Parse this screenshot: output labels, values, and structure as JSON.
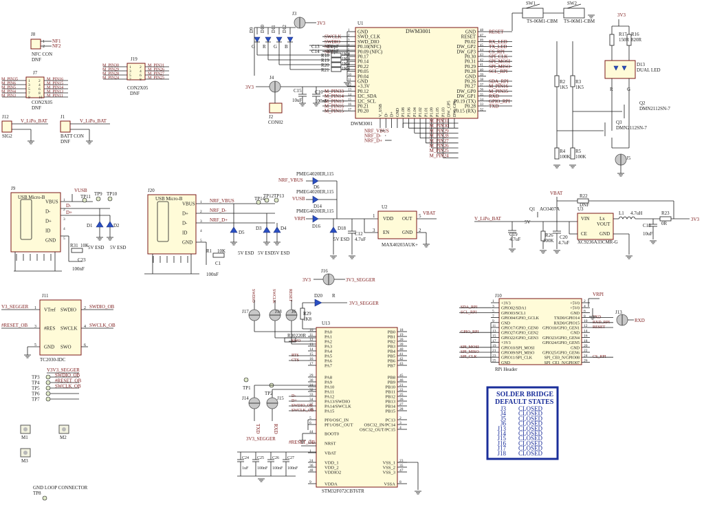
{
  "colors": {
    "wire": "#1a1a1a",
    "net": "#7a1616",
    "chip": "#fffbd8",
    "diode": "#2a4fc2",
    "legend": "#1a2e9a"
  },
  "u1": {
    "ref": "U1",
    "name": "DWM3001",
    "bottom": "DWM3001",
    "left": [
      "GND",
      "SWD_CLK",
      "SWD_DIO",
      "P0.10(NFC)",
      "P0.09 (NFC)",
      "P0.17",
      "P0.14",
      "P0.22",
      "P0.05",
      "P0.04",
      "GND",
      "+3.3V",
      "P0.12",
      "I2C_SDA",
      "I2C_SCL",
      "P0.21",
      "P0.20"
    ],
    "right": [
      "GND",
      "RESET",
      "P0.02",
      "DW_GP2",
      "DW_GP3",
      "P0.30",
      "P0.31",
      "P0.29",
      "P0.28",
      "GND",
      "P0.26",
      "P0.27",
      "DW_GP0",
      "DW_GP1",
      "P0.19 (TX)",
      "P0.28",
      "P0.15 (RX)"
    ],
    "rightnums": [
      "48",
      "47",
      "46",
      "45",
      "44",
      "43",
      "42",
      "41",
      "40",
      "39",
      "38",
      "37",
      "36",
      "35",
      "34",
      "33",
      "32"
    ],
    "bottompins": [
      "V_USB",
      "D-",
      "D+",
      "GND",
      "P1.08",
      "P1.06",
      "P1.04",
      "P1.02",
      "P1.01",
      "P1.09",
      "P1.05",
      "P1.03",
      "DW_GP5",
      "DW_GP6"
    ],
    "rightnets": [
      "RESET",
      "",
      "RX_LED",
      "TX_LED",
      "CS_RPI",
      "SPI_CLK",
      "SPI_MOSI",
      "SPI_MISO",
      "SCL_RPI",
      "",
      "SDA_RPI",
      "M_PIN16",
      "M_PIN35",
      "RXD",
      "GPIO_RPI",
      "TXD",
      ""
    ],
    "leftnets": [
      "",
      "SWCLK",
      "SWDIO",
      "NF1",
      "NF2",
      "",
      "",
      "",
      "",
      "",
      "",
      "",
      "M_PIN33",
      "M_PIN14",
      "M_PIN13",
      "M_PIN16",
      "M_PIN15"
    ],
    "bottomnets": [
      "M_PIN31",
      "M_PIN30",
      "M_PIN29",
      "M_PIN28",
      "M_PIN27",
      "M_PIN26",
      "M_PIN25",
      "M_PIN24"
    ],
    "usbnets": [
      "NRF_VBUS",
      "NRF_D-",
      "NRF_D+"
    ]
  },
  "u1extra": {
    "c13": "C13",
    "c14": "C14",
    "c13v": "330pF",
    "c14v": "330pF",
    "resistors": [
      "R18",
      "R19",
      "R20",
      "R21"
    ],
    "rval": "1K8",
    "leds": [
      "D9",
      "D10",
      "D11",
      "D12"
    ],
    "ledlabels": [
      "G",
      "R",
      "G",
      "B"
    ]
  },
  "j3": {
    "ref": "J3",
    "net": "3V3"
  },
  "j4": {
    "ref": "J4",
    "net": "3V3"
  },
  "j2": {
    "ref": "J2",
    "name": "CON02"
  },
  "c15": {
    "ref": "C15",
    "val": "10uF"
  },
  "c16": {
    "ref": "C16",
    "val": "100nF"
  },
  "sw1": {
    "ref": "SW1",
    "name": "TS-06M1-CBM"
  },
  "sw2": {
    "ref": "SW2",
    "name": "TS-06M1-CBM"
  },
  "j8": {
    "ref": "J8",
    "name": "NFC CON",
    "dnf": "DNF",
    "nets": [
      "NF1",
      "NF2"
    ]
  },
  "j7": {
    "ref": "J7",
    "name": "CON2X05",
    "dnf": "DNF",
    "lnets": [
      "M_PIN35",
      "M_PIN6",
      "M_PIN5",
      "M_PIN4",
      "M_PIN3"
    ],
    "rnets": [
      "M_PIN16",
      "M_PIN15",
      "M_PIN14",
      "M_PIN13",
      "M_PIN11"
    ]
  },
  "j19": {
    "ref": "J19",
    "name": "CON2X05",
    "dnf": "DNF",
    "lnets": [
      "M_PIN30",
      "M_PIN29",
      "M_PIN28",
      "M_PIN24"
    ],
    "rnets": [
      "M_PIN31",
      "M_PIN26",
      "M_PIN27",
      "M_PIN25"
    ]
  },
  "j12": {
    "ref": "J12",
    "name": "SIG2",
    "net": "V_LiPo_BAT"
  },
  "j1": {
    "ref": "J1",
    "name": "BATT CON",
    "dnf": "DNF",
    "net": "V_LiPo_BAT"
  },
  "r2": {
    "ref": "R2",
    "val": "1K5"
  },
  "r3": {
    "ref": "R3",
    "val": "1K5"
  },
  "r4": {
    "ref": "R4",
    "val": "100K"
  },
  "r5": {
    "ref": "R5",
    "val": "100K"
  },
  "r17": {
    "ref": "R17",
    "val": "150R"
  },
  "r16": {
    "ref": "R16",
    "val": "820R"
  },
  "d13": {
    "ref": "D13",
    "name": "DUAL LED",
    "pins": [
      "R",
      "G"
    ]
  },
  "q2": {
    "ref": "Q2",
    "name": "DMN2112SN-7"
  },
  "q3": {
    "ref": "Q3",
    "name": "DMN2112SN-7"
  },
  "j5": {
    "ref": "J5"
  },
  "v3v3": "3V3",
  "j9": {
    "ref": "J9",
    "name": "USB Micro-B",
    "pins": [
      "VBUS",
      "D-",
      "D+",
      "ID",
      "GND"
    ],
    "nets": [
      "VUSB",
      "D-",
      "D+"
    ]
  },
  "tp": {
    "tp11": "TP11",
    "tp9": "TP9",
    "tp10": "TP10",
    "tp14": "TP14",
    "tp12": "TP12",
    "tp13": "TP13"
  },
  "d1": {
    "ref": "D1",
    "val": "5V ESD"
  },
  "d2": {
    "ref": "D2",
    "val": "5V ESD"
  },
  "r31": {
    "ref": "R31",
    "val": "10K"
  },
  "c23": {
    "ref": "C23",
    "val": "100nF"
  },
  "j20": {
    "ref": "J20",
    "name": "USB Micro-B",
    "pins": [
      "VBUS",
      "D+",
      "D-",
      "ID",
      "GND"
    ],
    "nets": [
      "NRF_VBUS",
      "NRF_D-",
      "NRF_D+"
    ]
  },
  "d5": {
    "ref": "D5",
    "val": "5V ESD"
  },
  "d3": {
    "ref": "D3",
    "val": "5V ESD"
  },
  "d4": {
    "ref": "D4",
    "val": "5V ESD"
  },
  "r1": {
    "ref": "R1",
    "val": "10K"
  },
  "c1": {
    "ref": "C1",
    "val": "100nF"
  },
  "d6": {
    "ref": "D6",
    "name": "PMEG4020ER,115",
    "net": "NRF_VBUS"
  },
  "d14": {
    "ref": "D14",
    "name": "PMEG4020ER,115",
    "net": "VUSB"
  },
  "d16": {
    "ref": "D16",
    "name": "PMEG4020ER,115",
    "net": "VRPI"
  },
  "d18": {
    "ref": "D18",
    "val": "5V ESD"
  },
  "c12": {
    "ref": "C12",
    "val": "4.7uF"
  },
  "u2": {
    "ref": "U2",
    "name": "MAX40203AUK+",
    "pins": [
      "VDD",
      "EN",
      "OUT",
      "GND"
    ],
    "nums": [
      "1",
      "3",
      "5",
      "2"
    ],
    "net": "VBAT"
  },
  "u3": {
    "ref": "U3",
    "name": "XC9236A33CMR-G",
    "pins": [
      "VIN",
      "CE",
      "Lx",
      "VOUT",
      "GND"
    ]
  },
  "q1": {
    "ref": "Q1",
    "name": "AO3407A",
    "v": "5V"
  },
  "r22": {
    "ref": "R22",
    "dnf": "DNF"
  },
  "r26": {
    "ref": "R26",
    "val": "100K"
  },
  "c19": {
    "ref": "C19",
    "val": "4.7uF"
  },
  "c20": {
    "ref": "C20",
    "val": "4.7uF"
  },
  "l1": {
    "ref": "L1",
    "val": "4.7uH"
  },
  "r23": {
    "ref": "R23",
    "val": "0R"
  },
  "c18": {
    "ref": "C18",
    "val": "10uF"
  },
  "vlipo": "V_LiPo_BAT",
  "vbat": "VBAT",
  "v3v3out": "3V3",
  "j11": {
    "ref": "J11",
    "name": "TC2030-IDC",
    "lpins": [
      "VTref",
      "#RES",
      "GND"
    ],
    "rpins": [
      "SWDIO",
      "SWCLK",
      "SWO"
    ],
    "lnets": [
      "V3_SEGGER",
      "#RESET_OB"
    ],
    "rnets": [
      "SWDIO_OB",
      "SWCLK_OB"
    ],
    "lnums": [
      "1",
      "3",
      "5"
    ],
    "rnums": [
      "2",
      "4",
      "6"
    ]
  },
  "tps": {
    "net": "V3V3_SEGGER",
    "items": [
      "TP3",
      "TP4",
      "TP5",
      "TP6",
      "TP7"
    ],
    "nets": [
      "SWDIO_OB",
      "#RESET_OB",
      "SWCLK_OB"
    ]
  },
  "mech": {
    "m1": "M1",
    "m2": "M2",
    "m3": "M3"
  },
  "gndloop": {
    "title": "GND LOOP CONNECTOR",
    "tp": "TP8"
  },
  "j16": {
    "ref": "J16",
    "l": "3V3",
    "r": "3V3_SEGGER"
  },
  "d20": {
    "ref": "D20",
    "label": "R",
    "net": "3V3_SEGGER"
  },
  "r29": {
    "ref": "R29",
    "val": "1K8"
  },
  "r30": {
    "ref": "R30",
    "val": "220R"
  },
  "j17": "J17",
  "j18": "J18",
  "j6": "J6",
  "swlabels": [
    "SWDIO",
    "SWCLK",
    "RESET"
  ],
  "u13": {
    "ref": "U13",
    "name": "STM32F072CBT6TR",
    "left": [
      "PA0",
      "PA1",
      "PA2",
      "PA3",
      "PA4",
      "PA5",
      "PA6",
      "PA7",
      "PA8",
      "PA9",
      "PA10",
      "PA11",
      "PA12",
      "PA13/SWDIO",
      "PA14/SWCLK",
      "PA15",
      "PF0/OSC_IN",
      "PF1/OSC_OUT",
      "BOOT0",
      "NRST",
      "VBAT",
      "VDD_1",
      "VDD_2",
      "VDDIO2",
      "VDDA"
    ],
    "leftnums": [
      "10",
      "11",
      "12",
      "13",
      "14",
      "15",
      "16",
      "17",
      "29",
      "30",
      "31",
      "32",
      "33",
      "34",
      "37",
      "38",
      "5",
      "6",
      "44",
      "7",
      "1",
      "24",
      "36",
      "48",
      "9"
    ],
    "right": [
      "PB0",
      "PB1",
      "PB2",
      "PB3",
      "PB4",
      "PB5",
      "PB6",
      "PB7",
      "PB8",
      "PB9",
      "PB10",
      "PB11",
      "PB12",
      "PB13",
      "PB14",
      "PB15",
      "PC13",
      "OSC32_IN/PC14",
      "OSC32_OUT/PC15",
      "VSS_1",
      "VSS_2",
      "VSS_3",
      "VSSA"
    ],
    "rightnums": [
      "18",
      "19",
      "20",
      "39",
      "40",
      "41",
      "42",
      "43",
      "45",
      "46",
      "21",
      "22",
      "25",
      "26",
      "27",
      "28",
      "2",
      "3",
      "4",
      "23",
      "35",
      "47",
      "8"
    ],
    "lnets": [
      "",
      "",
      "SWO",
      "",
      "",
      "RTS",
      "CTS",
      "",
      "",
      "",
      "",
      "",
      "D-",
      "D+",
      "SWDIO_OB",
      "SWCLK_OB"
    ]
  },
  "j14": {
    "ref": "J14",
    "net": "TXD"
  },
  "j15": {
    "ref": "J15",
    "net": "RXD"
  },
  "tp1": "TP1",
  "tp2": "TP2",
  "cdecap": {
    "net": "3V3_SEGGER",
    "reset": "#RESET_OB",
    "items": [
      {
        "ref": "C24",
        "val": "1uF"
      },
      {
        "ref": "C25",
        "val": "100nF"
      },
      {
        "ref": "C26",
        "val": "100nF"
      },
      {
        "ref": "C27",
        "val": "100nF"
      }
    ]
  },
  "j10": {
    "ref": "J10",
    "name": "RPi Header",
    "left": [
      "+3V3",
      "GPIO02/SDA1",
      "GPIO03/SCL1",
      "GPIO04/GPIO_GCLK",
      "GND",
      "GPIO17/GPIO_GEN0",
      "GPIO27/GPIO_GEN2",
      "GPIO22/GPIO_GEN3",
      "+3V3",
      "GPIO10/SPI_MOSI",
      "GPIO09/SPI_MISO",
      "GPIO11/SPI_CLK",
      "GND"
    ],
    "right": [
      "+5V0",
      "+5V0",
      "GND",
      "TXD0/GPIO14",
      "RXD0/GPIO15",
      "GPIO18/GPIO_GEN1",
      "GND",
      "GPIO23/GPIO_GEN4",
      "GPIO24/GPIO_GEN5",
      "GND",
      "GPIO25/GPIO_GEN6",
      "SPI_CE0_N/GPIO08",
      "SPI_CE1_N/GPIO07"
    ],
    "lnums": [
      "1",
      "3",
      "5",
      "7",
      "9",
      "11",
      "13",
      "15",
      "17",
      "19",
      "21",
      "23",
      "25"
    ],
    "rnums": [
      "2",
      "4",
      "6",
      "8",
      "10",
      "12",
      "14",
      "16",
      "18",
      "20",
      "22",
      "24",
      "26"
    ],
    "lnets": [
      "",
      "SDA_RPI",
      "SCL_RPI",
      "",
      "",
      "",
      "GPIO_RPI",
      "",
      "",
      "SPI_MOSI",
      "SPI_MISO",
      "SPI_CLK",
      ""
    ],
    "rnets": [
      "VRPI",
      "",
      "",
      "TXD",
      "RXD_RPI",
      "RESET",
      "",
      "",
      "",
      "",
      "",
      "CS_RPI",
      ""
    ]
  },
  "j13": {
    "ref": "J13",
    "net": "RXD"
  },
  "legend": {
    "title1": "SOLDER BRIDGE",
    "title2": "DEFAULT STATES",
    "rows": [
      [
        "J3",
        "CLOSED"
      ],
      [
        "J4",
        "CLOSED"
      ],
      [
        "J5",
        "CLOSED"
      ],
      [
        "J6",
        "CLOSED"
      ],
      [
        "J13",
        "CLOSED"
      ],
      [
        "J14",
        "CLOSED"
      ],
      [
        "J15",
        "CLOSED"
      ],
      [
        "J16",
        "CLOSED"
      ],
      [
        "J17",
        "CLOSED"
      ],
      [
        "J18",
        "CLOSED"
      ]
    ]
  }
}
